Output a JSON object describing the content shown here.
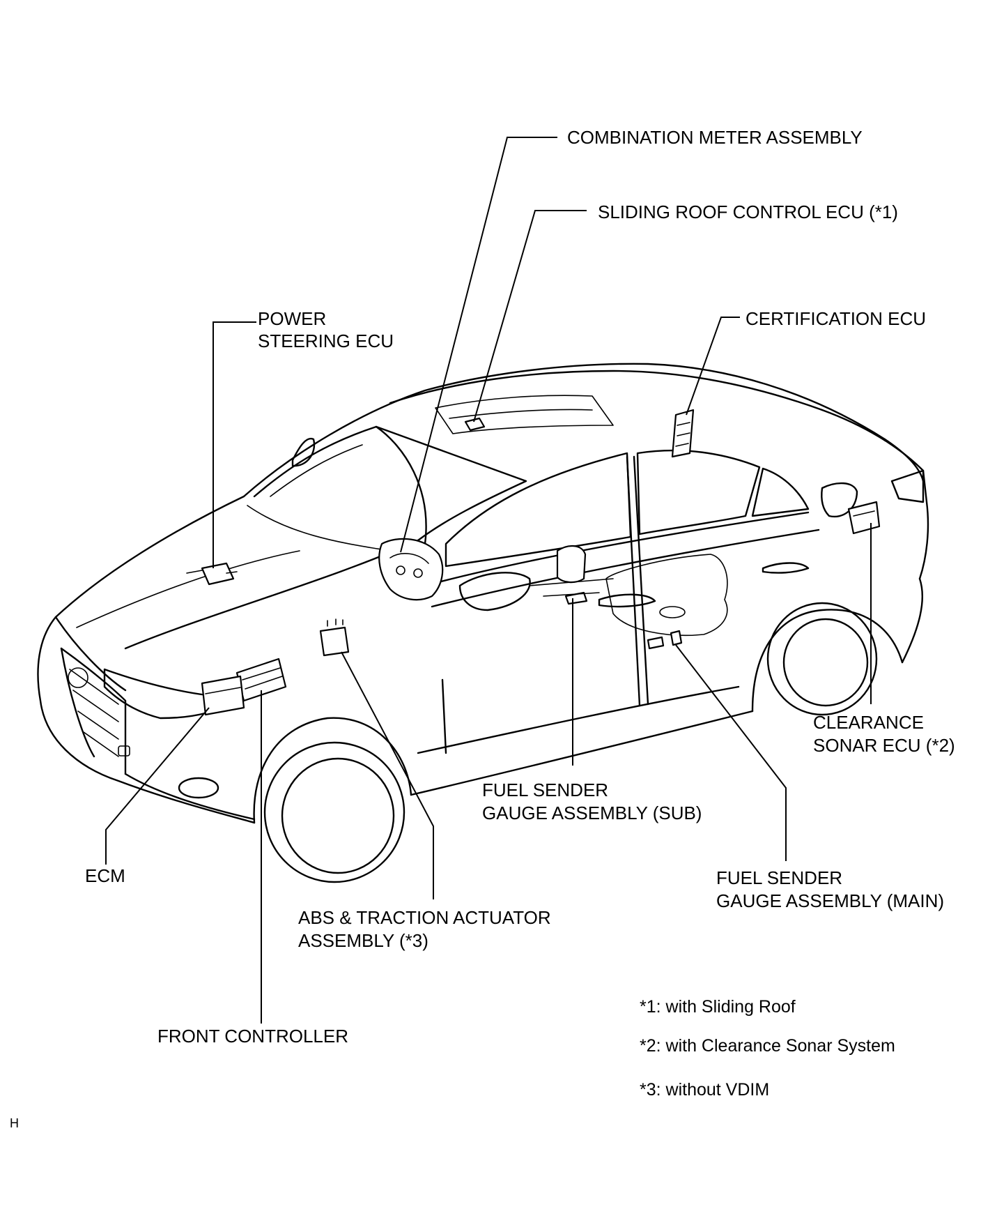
{
  "labels": {
    "combination_meter": "COMBINATION METER ASSEMBLY",
    "sliding_roof_ecu": "SLIDING ROOF CONTROL ECU (*1)",
    "power_steering_line1": "POWER",
    "power_steering_line2": "STEERING ECU",
    "certification_ecu": "CERTIFICATION ECU",
    "clearance_sonar_line1": "CLEARANCE",
    "clearance_sonar_line2": "SONAR ECU (*2)",
    "fuel_sender_sub_line1": "FUEL SENDER",
    "fuel_sender_sub_line2": "GAUGE ASSEMBLY (SUB)",
    "fuel_sender_main_line1": "FUEL SENDER",
    "fuel_sender_main_line2": "GAUGE ASSEMBLY (MAIN)",
    "ecm": "ECM",
    "abs_line1": "ABS & TRACTION ACTUATOR",
    "abs_line2": "ASSEMBLY (*3)",
    "front_controller": "FRONT CONTROLLER"
  },
  "notes": [
    "*1: with Sliding Roof",
    "*2: with Clearance Sonar System",
    "*3: without VDIM"
  ],
  "corner_mark": "H"
}
